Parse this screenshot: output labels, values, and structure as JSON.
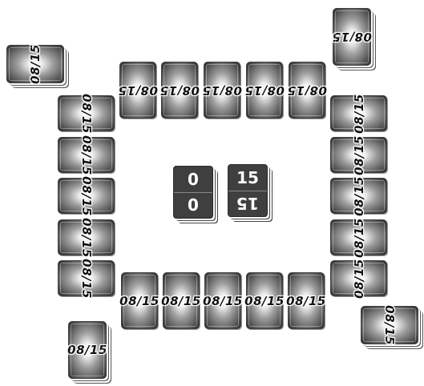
{
  "card_label": "08/15",
  "deck_label": "08/15",
  "score_left": {
    "top": "0",
    "bottom": "0"
  },
  "score_right": {
    "top": "15",
    "bottom": "15"
  },
  "colors": {
    "card_border": "#3a3a3a",
    "score_bg": "#3f3f3f",
    "score_text": "#ffffff"
  }
}
